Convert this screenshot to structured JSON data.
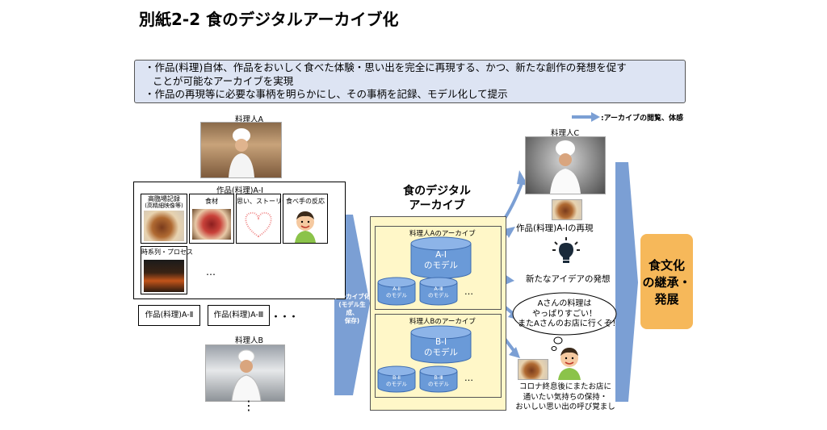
{
  "title": "別紙2-2 食のデジタルアーカイブ化",
  "summary": {
    "line1": "・作品(料理)自体、作品をおいしく食べた体験・思い出を完全に再現する、かつ、新たな創作の発想を促す",
    "line2": "ことが可能なアーカイブを実現",
    "line3": "・作品の再現等に必要な事柄を明らかにし、その事柄を記録、モデル化して提示"
  },
  "legend": {
    "label": ":アーカイブの閲覧、体感"
  },
  "chef_a": {
    "label": "料理人A"
  },
  "work_a1": {
    "label": "作品(料理)A-Ⅰ",
    "items": {
      "hd": "高臨場記録",
      "hd_sub": "(高精細映像等)",
      "ingredients": "食材",
      "story": "思い、ストーリー",
      "reaction": "食べ手の反応",
      "process": "時系列・プロセス",
      "more": "…"
    }
  },
  "work_a2": "作品(料理)A-Ⅱ",
  "work_a3": "作品(料理)A-Ⅲ",
  "work_dots": "・・・",
  "chef_b": {
    "label": "料理人B"
  },
  "vdots": "⋮",
  "archive_arrow": {
    "line1": "アーカイブ化",
    "line2": "(モデル生成、",
    "line3": "保存)"
  },
  "archive": {
    "title_line1": "食のデジタル",
    "title_line2": "アーカイブ",
    "a_section": {
      "label": "料理人Aのアーカイブ",
      "main_line1": "A-Ⅰ",
      "main_line2": "のモデル",
      "small1_l1": "A-Ⅱ",
      "small1_l2": "のモデル",
      "small2_l1": "A-Ⅲ",
      "small2_l2": "のモデル",
      "more": "…"
    },
    "b_section": {
      "label": "料理人Bのアーカイブ",
      "main_line1": "B-Ⅰ",
      "main_line2": "のモデル",
      "small1_l1": "B-Ⅱ",
      "small1_l2": "のモデル",
      "small2_l1": "B-Ⅲ",
      "small2_l2": "のモデル",
      "more": "…"
    }
  },
  "chef_c": {
    "label": "料理人C"
  },
  "outcomes": {
    "reproduce": "作品(料理)A-Ⅰの再現",
    "new_idea": "新たなアイデアの発想",
    "bubble_l1": "Aさんの料理は",
    "bubble_l2": "やっぱりすごい！",
    "bubble_l3": "またAさんのお店に行くぞ！",
    "consumer_l1": "コロナ終息後にまたお店に",
    "consumer_l2": "通いたい気持ちの保持・",
    "consumer_l3": "おいしい思い出の呼び覚まし"
  },
  "goal": {
    "line1": "食文化",
    "line2": "の継承・",
    "line3": "発展"
  },
  "colors": {
    "arrow": "#7b9fd4",
    "archive_bg": "#fff7c8",
    "goal_bg": "#f6b85a",
    "summary_bg": "#dde4f3"
  }
}
